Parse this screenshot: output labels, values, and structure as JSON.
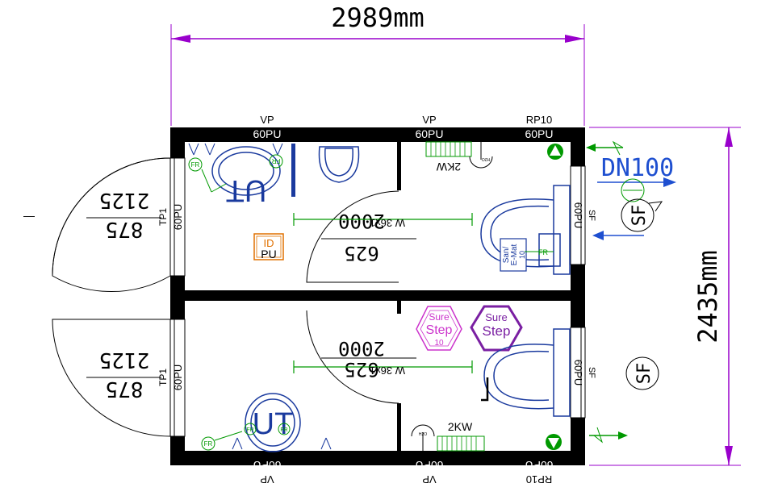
{
  "dimensions": {
    "width_label": "2989mm",
    "height_label": "2435mm"
  },
  "wall_labels": {
    "top_left_vp": "VP",
    "top_left_pu": "60PU",
    "top_mid_vp": "VP",
    "top_mid_pu": "60PU",
    "top_right_rp": "RP10",
    "top_right_pu": "60PU",
    "bottom_left_vp": "VP",
    "bottom_left_pu": "60PU",
    "bottom_mid_vp": "VP",
    "bottom_mid_pu": "60PU",
    "bottom_right_rp": "RP10",
    "bottom_right_pu": "60PU",
    "left_upper_tp": "TP1",
    "left_upper_pu": "60PU",
    "left_lower_tp": "TP1",
    "left_lower_pu": "60PU",
    "right_upper_pu": "60PU",
    "right_upper_sf": "SF",
    "right_lower_pu": "60PU",
    "right_lower_sf": "SF"
  },
  "doors": {
    "upper_outer_a": "2125",
    "upper_outer_b": "875",
    "lower_outer_a": "2125",
    "lower_outer_b": "875",
    "upper_inner_a": "2000",
    "upper_inner_b": "625",
    "lower_inner_a": "2000",
    "lower_inner_b": "625"
  },
  "fixtures": {
    "ut_upper": "UT",
    "ut_lower": "UT",
    "fr": "FR",
    "heater_upper": "2KW",
    "heater_lower": "2KW",
    "h2o_tag": "H2O",
    "light_upper": "W 36x1",
    "light_lower": "W 36x1",
    "id_tag": "ID",
    "pu_tag": "PU",
    "sanitary_tag_line1": "San/",
    "sanitary_tag_line2": "E-Mat",
    "sanitary_tag_line3": "10",
    "surestep_a_line1": "Sure",
    "surestep_a_line2": "Step",
    "surestep_a_line3": "10",
    "surestep_b_line1": "Sure",
    "surestep_b_line2": "Step",
    "dn_label": "DN100",
    "sf_circle_upper": "SF",
    "sf_circle_lower": "SF",
    "left_dash": "—"
  },
  "colors": {
    "wall": "#000000",
    "dimension": "#9900cc",
    "fixture": "#1a3a9e",
    "green": "#009900",
    "orange": "#e07000",
    "magenta": "#cc33cc",
    "purple": "#7a1fa2",
    "drain_blue": "#1e4fd0"
  }
}
